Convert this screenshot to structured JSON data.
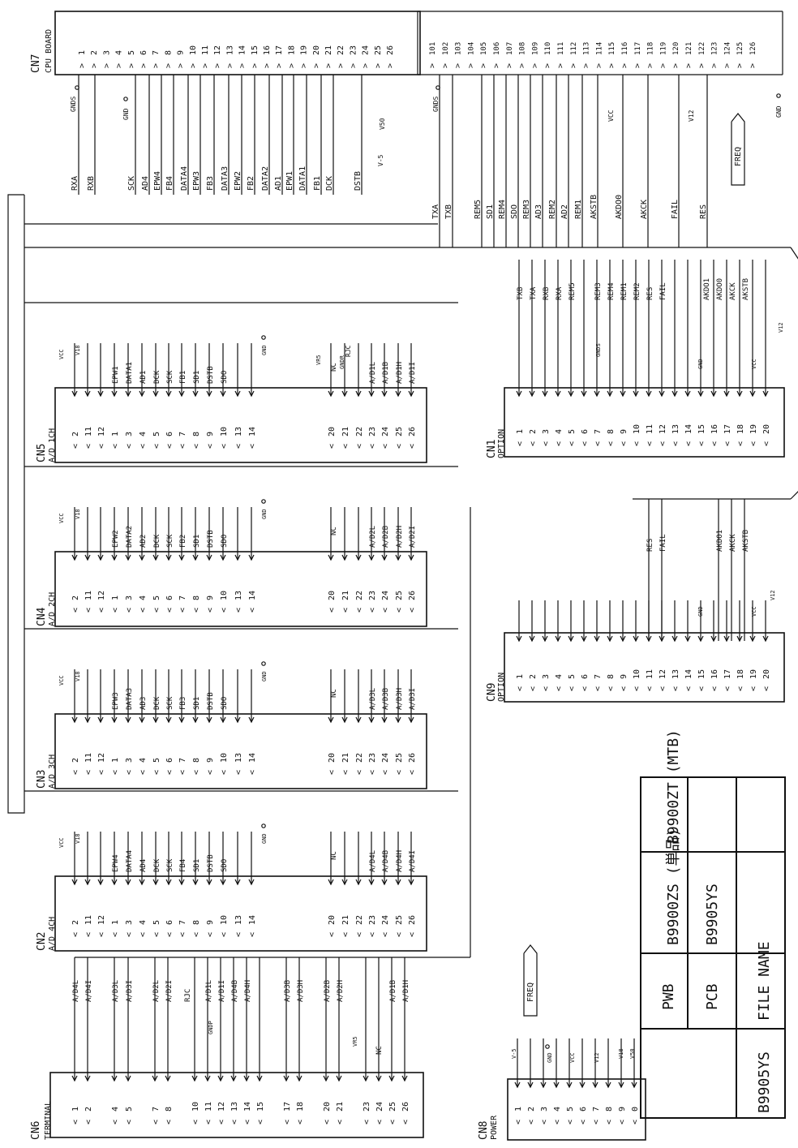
{
  "connectors": [
    {
      "id": "cn7",
      "name": "CN7",
      "label": "CPU BOARD",
      "pins": [
        "1",
        "2",
        "3",
        "4",
        "5",
        "6",
        "7",
        "8",
        "9",
        "10",
        "11",
        "12",
        "13",
        "14",
        "15",
        "16",
        "17",
        "18",
        "19",
        "20",
        "21",
        "22",
        "23",
        "24",
        "25",
        "26",
        "101",
        "102",
        "103",
        "104",
        "105",
        "106",
        "107",
        "108",
        "109",
        "110",
        "111",
        "112",
        "113",
        "114",
        "115",
        "116",
        "117",
        "118",
        "119",
        "120",
        "121",
        "122",
        "123",
        "124",
        "125",
        "126"
      ]
    },
    {
      "id": "cn5",
      "name": "CN5",
      "label": "A/D 1CH",
      "pins": [
        "2",
        "11",
        "12",
        "1",
        "3",
        "4",
        "5",
        "6",
        "7",
        "8",
        "9",
        "10",
        "13",
        "14",
        "20",
        "21",
        "22",
        "23",
        "24",
        "25",
        "26"
      ]
    },
    {
      "id": "cn4",
      "name": "CN4",
      "label": "A/D 2CH",
      "pins": [
        "2",
        "11",
        "12",
        "1",
        "3",
        "4",
        "5",
        "6",
        "7",
        "8",
        "9",
        "10",
        "13",
        "14",
        "20",
        "21",
        "22",
        "23",
        "24",
        "25",
        "26"
      ]
    },
    {
      "id": "cn3",
      "name": "CN3",
      "label": "A/D 3CH",
      "pins": [
        "2",
        "11",
        "12",
        "1",
        "3",
        "4",
        "5",
        "6",
        "7",
        "8",
        "9",
        "10",
        "13",
        "14",
        "20",
        "21",
        "22",
        "23",
        "24",
        "25",
        "26"
      ]
    },
    {
      "id": "cn2",
      "name": "CN2",
      "label": "A/D 4CH",
      "pins": [
        "2",
        "11",
        "12",
        "1",
        "3",
        "4",
        "5",
        "6",
        "7",
        "8",
        "9",
        "10",
        "13",
        "14",
        "20",
        "21",
        "22",
        "23",
        "24",
        "25",
        "26"
      ]
    },
    {
      "id": "cn1",
      "name": "CN1",
      "label": "OPTION",
      "pins": [
        "1",
        "2",
        "3",
        "4",
        "5",
        "6",
        "7",
        "8",
        "9",
        "10",
        "11",
        "12",
        "13",
        "14",
        "15",
        "16",
        "17",
        "18",
        "19",
        "20"
      ]
    },
    {
      "id": "cn9",
      "name": "CN9",
      "label": "OPTION",
      "pins": [
        "1",
        "2",
        "3",
        "4",
        "5",
        "6",
        "7",
        "8",
        "9",
        "10",
        "11",
        "12",
        "13",
        "14",
        "15",
        "16",
        "17",
        "18",
        "19",
        "20"
      ]
    },
    {
      "id": "cn6",
      "name": "CN6",
      "label": "TERMINAL",
      "pins": [
        "1",
        "2",
        "4",
        "5",
        "7",
        "8",
        "10",
        "11",
        "12",
        "13",
        "14",
        "15",
        "17",
        "18",
        "20",
        "21",
        "23",
        "24",
        "25",
        "26"
      ]
    },
    {
      "id": "cn8",
      "name": "CN8",
      "label": "POWER",
      "pins": [
        "1",
        "2",
        "3",
        "4",
        "5",
        "6",
        "7",
        "8",
        "9",
        "0"
      ]
    }
  ],
  "nets": {
    "cn7_left": [
      "RXA",
      "RXB",
      "SCK",
      "AD4",
      "EPW4",
      "FB4",
      "DATA4",
      "EPW3",
      "FB3",
      "DATA3",
      "EPW2",
      "FB2",
      "DATA2",
      "AD1",
      "EPW1",
      "DATA1",
      "FB1",
      "DCK",
      "DSTB"
    ],
    "cn7_right": [
      "TXA",
      "TXB",
      "REM5",
      "SD1",
      "REM4",
      "SDO",
      "REM3",
      "AD3",
      "REM2",
      "AD2",
      "REM1",
      "AKSTB",
      "AKDO0",
      "AKCK",
      "FAIL",
      "RES"
    ],
    "cn5": [
      "EPW1",
      "DATA1",
      "AD1",
      "DCK",
      "SCK",
      "FB1",
      "SD1",
      "DSTB",
      "SDO",
      "A/D1L",
      "A/D1B",
      "A/D1H",
      "A/D1I"
    ],
    "cn4": [
      "EPW2",
      "DATA2",
      "AD2",
      "DCK",
      "SCK",
      "FB2",
      "SD1",
      "DSTB",
      "SDO",
      "A/D2L",
      "A/D2B",
      "A/D2H",
      "A/D2I"
    ],
    "cn3": [
      "EPW3",
      "DATA3",
      "AD3",
      "DCK",
      "SCK",
      "FB3",
      "SD1",
      "DSTB",
      "SDO",
      "A/D3L",
      "A/D3B",
      "A/D3H",
      "A/D3I"
    ],
    "cn2": [
      "EPW4",
      "DATA4",
      "AD4",
      "DCK",
      "SCK",
      "FB4",
      "SD1",
      "DSTB",
      "SDO",
      "A/D4L",
      "A/D4B",
      "A/D4H",
      "A/D4I"
    ],
    "cn1": [
      "TXB",
      "TXA",
      "RXB",
      "RXA",
      "REM5",
      "REM3",
      "REM4",
      "REM1",
      "REM2",
      "RES",
      "FAIL",
      "AKDO1",
      "AKDO0",
      "AKCK",
      "AKSTB"
    ],
    "cn9": [
      "RES",
      "FAIL",
      "AKDO1",
      "AKCK",
      "AKSTB"
    ],
    "cn6": [
      "A/D4L",
      "A/D4I",
      "A/D3L",
      "A/D3I",
      "A/D2L",
      "A/D2I",
      "RJC",
      "A/D1L",
      "A/D1I",
      "A/D4B",
      "A/D4H",
      "A/D3B",
      "A/D3H",
      "A/D2B",
      "A/D2H",
      "A/D1B",
      "A/D1H"
    ]
  },
  "power_labels": {
    "gnd": "GND",
    "gnds": "GNDS",
    "gndr": "GNDR",
    "gndp": "GNDP",
    "vcc": "VCC",
    "v18": "V18",
    "v12": "V12",
    "v50": "V50",
    "vm5": "V-5",
    "vr5": "VR5",
    "rjc": "RJC",
    "nc": "NC",
    "freq": "FREQ"
  },
  "title_block": {
    "pwb_label": "PWB",
    "pwb_value_1": "B9900ZS (単品)",
    "pwb_value_2": "B9900ZT (MTB)",
    "pcb_label": "PCB",
    "pcb_value": "B9905YS",
    "file_label": "FILE NAME",
    "file_value": "B9905YS"
  }
}
